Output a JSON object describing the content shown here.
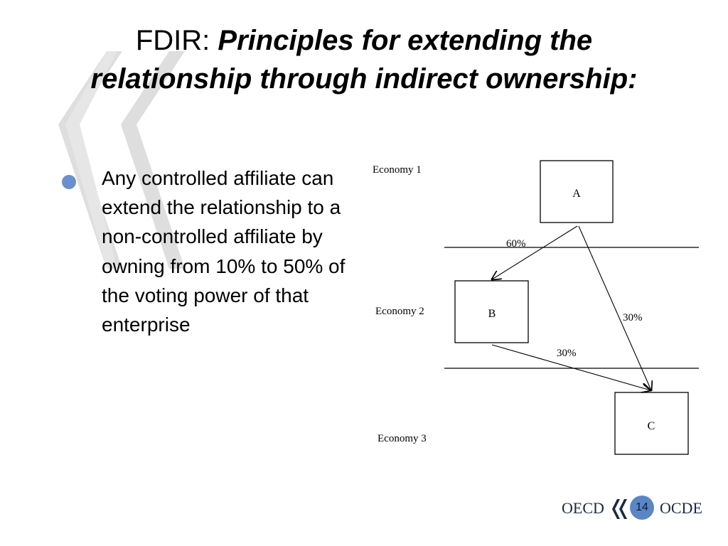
{
  "title": {
    "lead": "FDIR: ",
    "emphasis": "Principles for extending the relationship through indirect ownership:"
  },
  "bullet": {
    "text": "Any controlled affiliate can extend the relationship to a non-controlled affiliate by owning from 10% to 50% of the voting power of that enterprise"
  },
  "diagram": {
    "economies": [
      "Economy 1",
      "Economy 2",
      "Economy 3"
    ],
    "boxes": {
      "a": "A",
      "b": "B",
      "c": "C"
    },
    "edges": {
      "a_to_b": "60%",
      "a_to_c": "30%",
      "b_to_c": "30%"
    }
  },
  "footer": {
    "left_brand": "OECD",
    "right_brand": "OCDE",
    "page_number": "14"
  },
  "colors": {
    "watermark": "#dedede",
    "bullet": "#6b8fcc",
    "page_badge": "#5b86c5"
  }
}
